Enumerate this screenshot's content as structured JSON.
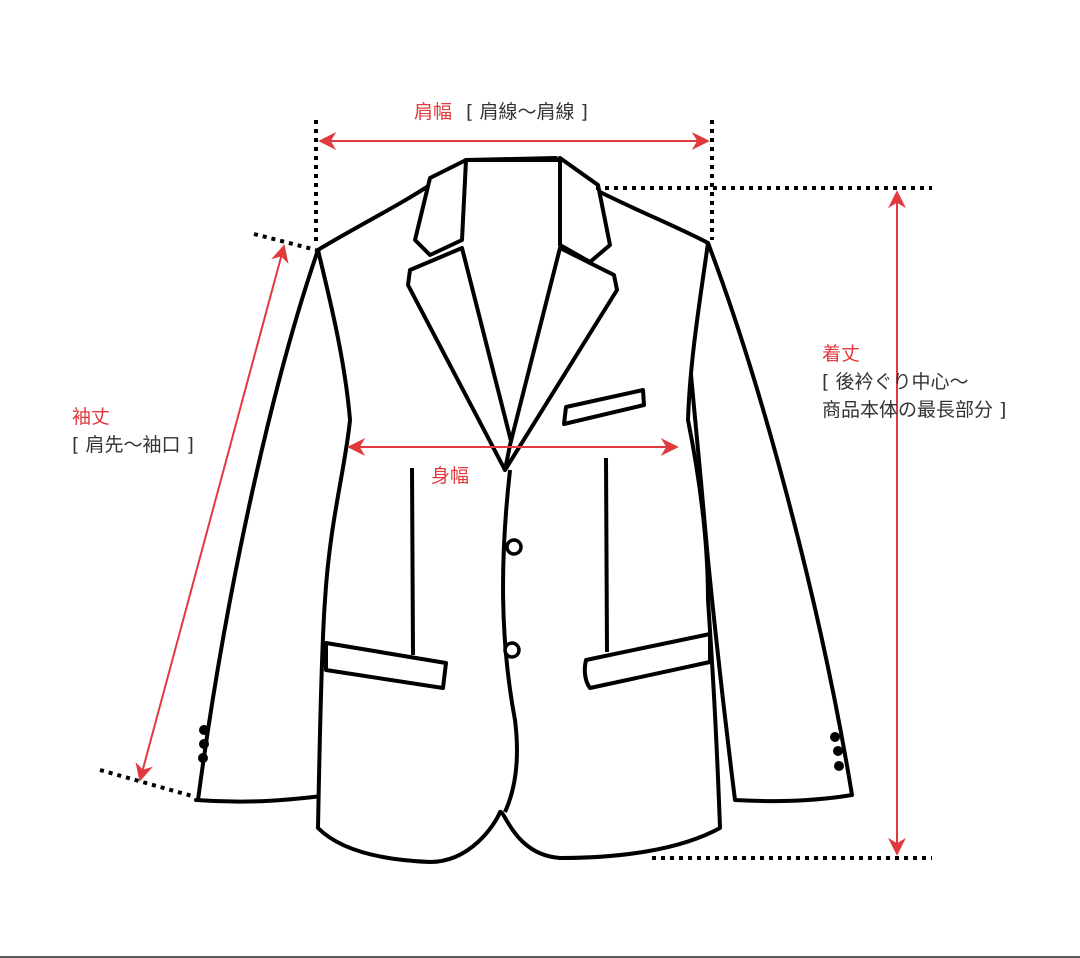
{
  "diagram": {
    "subject": "jacket-measurement-guide",
    "colors": {
      "accent": "#e03a3e",
      "text": "#333333",
      "outline": "#000000",
      "lining": "#c8c8c8",
      "background": "#ffffff"
    },
    "measurements": {
      "shoulder_width": {
        "title": "肩幅",
        "description": "[ 肩線～肩線 ]"
      },
      "body_length": {
        "title": "着丈",
        "description_line1": "[ 後衿ぐり中心～",
        "description_line2": "商品本体の最長部分 ]"
      },
      "sleeve_length": {
        "title": "袖丈",
        "description": "[ 肩先～袖口 ]"
      },
      "body_width": {
        "title": "身幅"
      }
    }
  }
}
